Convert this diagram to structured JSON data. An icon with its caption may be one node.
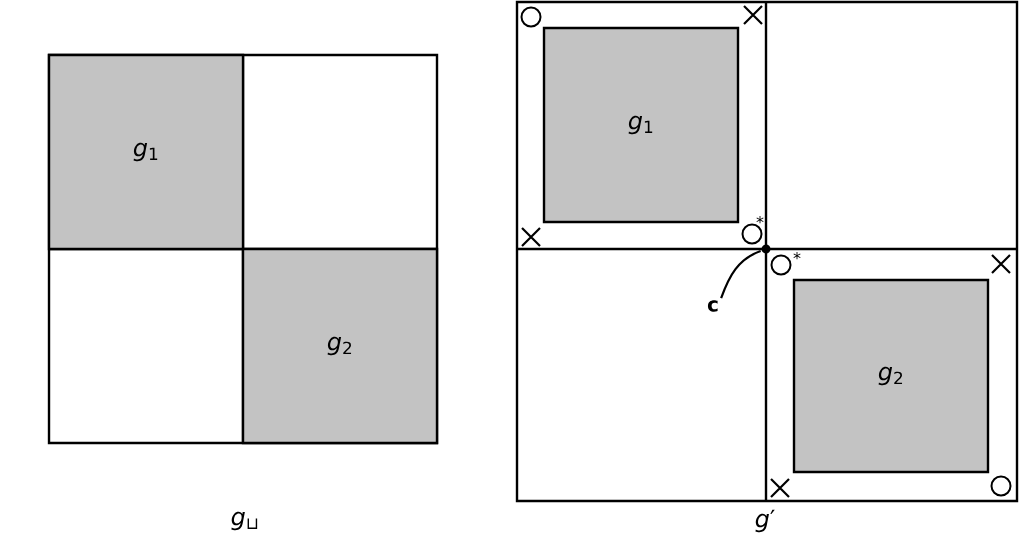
{
  "diagram": {
    "nodes": [
      {
        "text": [
          "*g*$_{1}$"
        ]
      },
      {
        "text": [
          "*g*$_{2}$"
        ]
      },
      {
        "text": [
          "*g*$_{1}$"
        ]
      },
      {
        "text": [
          "*g*$_{2}$"
        ]
      },
      {
        "text": [
          "c"
        ]
      },
      {
        "text": [],
        "shape": "circle"
      }
    ],
    "edges": [
      {
        "from": 4,
        "to": 5,
        "arrow": "none"
      }
    ],
    "labels": [
      "*",
      "*",
      "*g*$_{⊔}$",
      "*g*′"
    ]
  }
}
